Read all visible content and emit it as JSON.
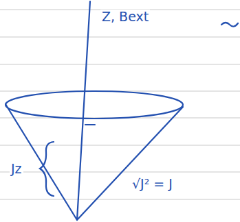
{
  "diagram": {
    "labels": [
      "Z, Bext",
      "Jz",
      "√J² = J"
    ]
  }
}
